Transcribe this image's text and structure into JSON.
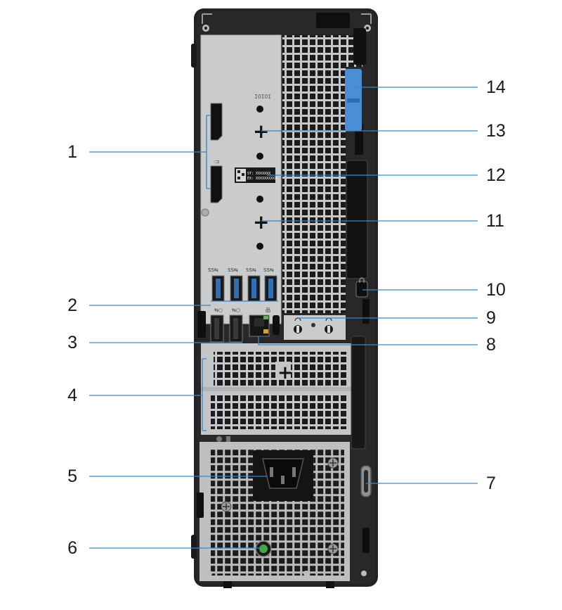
{
  "callouts": [
    {
      "number": "1"
    },
    {
      "number": "2"
    },
    {
      "number": "3"
    },
    {
      "number": "4"
    },
    {
      "number": "5"
    },
    {
      "number": "6"
    },
    {
      "number": "7"
    },
    {
      "number": "8"
    },
    {
      "number": "9"
    },
    {
      "number": "10"
    },
    {
      "number": "11"
    },
    {
      "number": "12"
    },
    {
      "number": "13"
    },
    {
      "number": "14"
    }
  ],
  "service_tag_label": {
    "line1": "ST: XXXXXXX",
    "line2": "EX: XXXXXXXXXX"
  },
  "colors": {
    "chassis": "#1f1f21",
    "io_panel": "#c9cbcc",
    "leader_line": "#3a87c8",
    "release_latch": "#4a8fd6",
    "power_indicator": "#3ea84a",
    "ethernet_led_green": "#5ab843",
    "ethernet_led_amber": "#e0a020",
    "usb3_port": "#2f6fb8"
  },
  "icons": [
    "displayport-icon",
    "usb-superspeed-icon",
    "network-icon",
    "line-out-icon",
    "lock-icon",
    "power-icon"
  ]
}
